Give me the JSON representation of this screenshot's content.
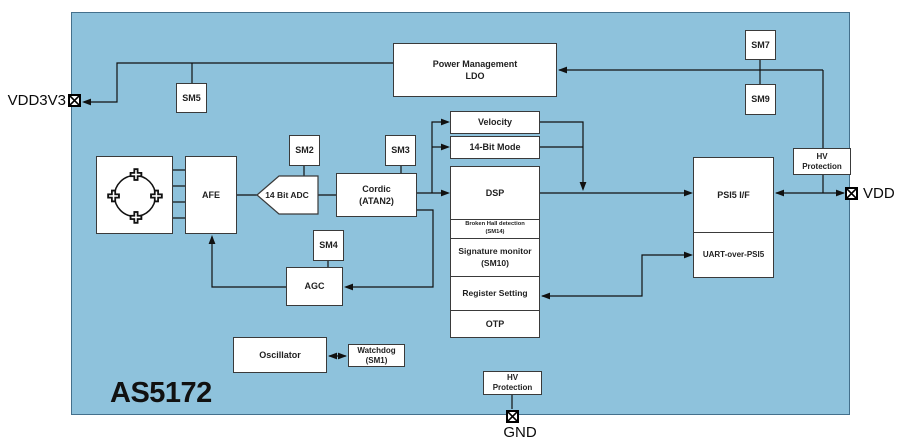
{
  "title": "AS5172",
  "colors": {
    "canvas_fill": "#8ec2dc",
    "canvas_border": "#44708c",
    "block_fill": "#ffffff",
    "block_border": "#3a3a3a",
    "wire": "#111111",
    "text": "#1f1f1f"
  },
  "pins": {
    "vdd3v3": "VDD3V3",
    "vdd": "VDD",
    "gnd": "GND"
  },
  "blocks": {
    "power_mgmt": {
      "line1": "Power Management",
      "line2": "LDO"
    },
    "sm5": {
      "label": "SM5"
    },
    "sm7": {
      "label": "SM7"
    },
    "sm9": {
      "label": "SM9"
    },
    "hv_right": {
      "line1": "HV",
      "line2": "Protection"
    },
    "afe": {
      "label": "AFE"
    },
    "adc": {
      "label": "14 Bit ADC"
    },
    "sm2": {
      "label": "SM2"
    },
    "sm3": {
      "label": "SM3"
    },
    "cordic": {
      "line1": "Cordic",
      "line2": "(ATAN2)"
    },
    "velocity": {
      "label": "Velocity"
    },
    "mode14": {
      "label": "14-Bit Mode"
    },
    "dsp": {
      "label": "DSP"
    },
    "broken_hall": {
      "line1": "Broken Hall detection",
      "line2": "(SM14)"
    },
    "sig_monitor": {
      "line1": "Signature monitor",
      "line2": "(SM10)"
    },
    "register_setting": {
      "label": "Register Setting"
    },
    "otp": {
      "label": "OTP"
    },
    "psi5": {
      "label": "PSI5 I/F"
    },
    "uart": {
      "label": "UART-over-PSI5"
    },
    "sm4": {
      "label": "SM4"
    },
    "agc": {
      "label": "AGC"
    },
    "oscillator": {
      "label": "Oscillator"
    },
    "watchdog": {
      "line1": "Watchdog",
      "line2": "(SM1)"
    },
    "hv_bottom": {
      "line1": "HV",
      "line2": "Protection"
    }
  }
}
